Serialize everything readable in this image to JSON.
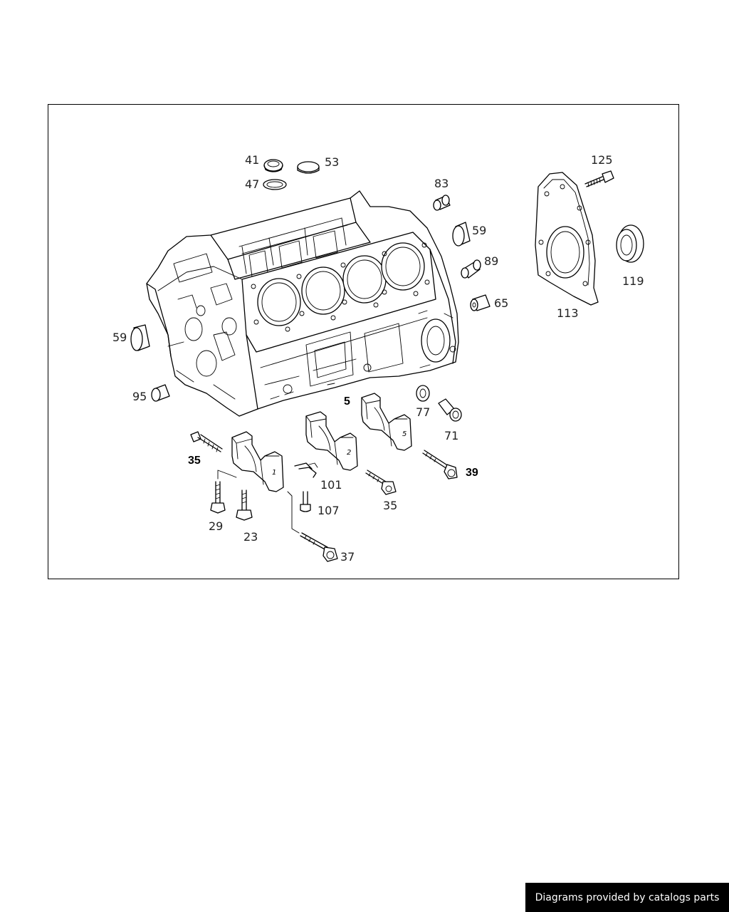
{
  "diagram": {
    "part_labels": {
      "p41": "41",
      "p53": "53",
      "p47": "47",
      "p125": "125",
      "p83": "83",
      "p59a": "59",
      "p89": "89",
      "p65": "65",
      "p119": "119",
      "p113": "113",
      "p59b": "59",
      "p95": "95",
      "p5": "5",
      "p77": "77",
      "p71": "71",
      "p35a": "35",
      "p39": "39",
      "p101": "101",
      "p107": "107",
      "p35b": "35",
      "p29": "29",
      "p23": "23",
      "p37": "37"
    },
    "cap_numbers": {
      "c1": "1",
      "c2": "2",
      "c5": "5"
    }
  },
  "footer": {
    "text": "Diagrams provided by catalogs parts"
  }
}
